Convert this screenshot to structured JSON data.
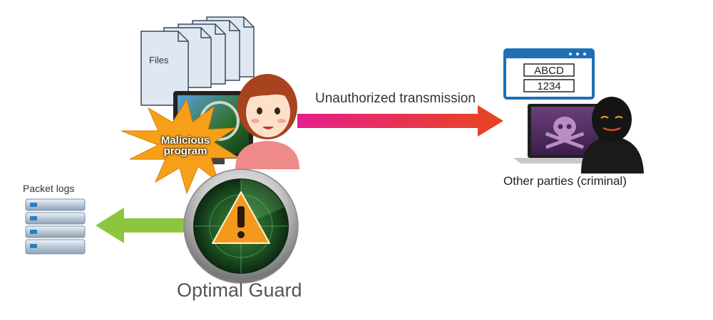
{
  "files": {
    "label": "Files"
  },
  "malicious": {
    "label": "Malicious program"
  },
  "transmission": {
    "label": "Unauthorized transmission"
  },
  "criminal": {
    "label": "Other parties (criminal)",
    "form_values": [
      "ABCD",
      "1234"
    ]
  },
  "packet_logs": {
    "label": "Packet logs"
  },
  "guard": {
    "label": "Optimal Guard"
  },
  "colors": {
    "transmit_arrow_start": "#e8208c",
    "transmit_arrow_end": "#e83a2a",
    "log_arrow": "#8cc63f",
    "starburst": "#f6a01a",
    "radar": "#1f5a2a",
    "warning": "#f39a1e",
    "browser_frame": "#1f6fb5"
  }
}
